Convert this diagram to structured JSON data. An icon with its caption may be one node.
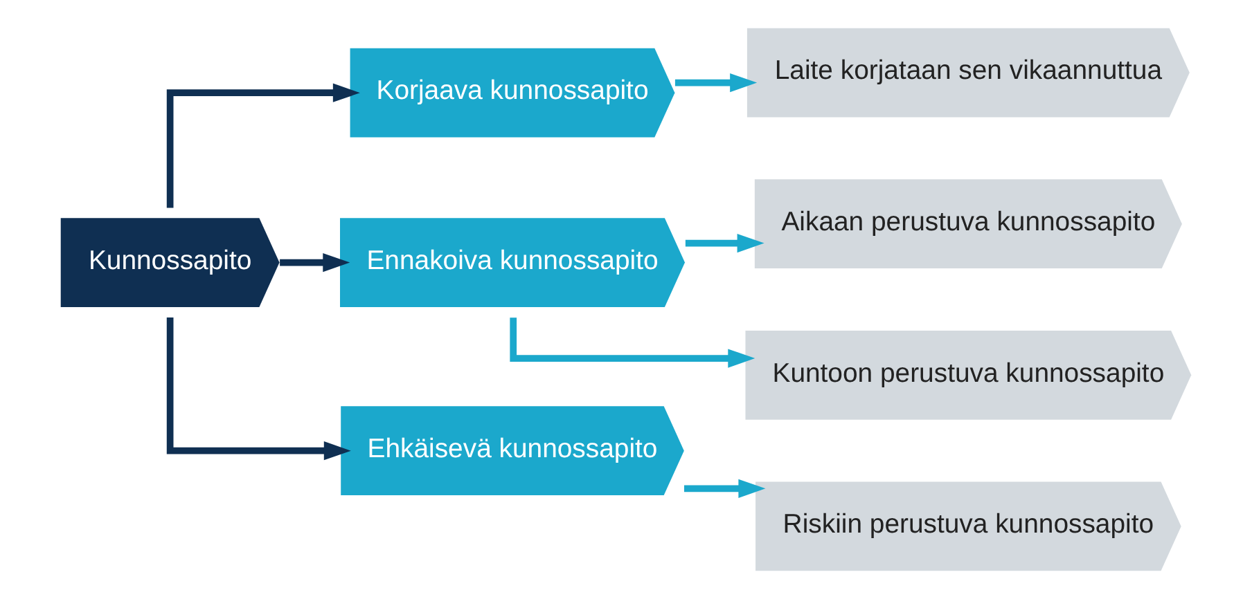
{
  "diagram": {
    "nodes": [
      {
        "text": [
          "Kunnossapito"
        ]
      },
      {
        "text": [
          "Korjaava kunnossapito"
        ]
      },
      {
        "text": [
          "Ennakoiva kunnossapito"
        ]
      },
      {
        "text": [
          "Ehkäisevä kunnossapito"
        ]
      },
      {
        "text": [
          "Laite korjataan sen vikaannuttua"
        ]
      },
      {
        "text": [
          "Aikaan perustuva kunnossapito"
        ]
      },
      {
        "text": [
          "Kuntoon perustuva kunnossapito"
        ]
      },
      {
        "text": [
          "Riskiin perustuva kunnossapito"
        ]
      }
    ],
    "edges": [
      {
        "from": 0,
        "to": 1,
        "arrow": "to",
        "color": "#0f2f52"
      },
      {
        "from": 0,
        "to": 2,
        "arrow": "to",
        "color": "#0f2f52"
      },
      {
        "from": 0,
        "to": 3,
        "arrow": "to",
        "color": "#0f2f52"
      },
      {
        "from": 1,
        "to": 4,
        "arrow": "to"
      },
      {
        "from": 2,
        "to": 5,
        "arrow": "to"
      },
      {
        "from": 2,
        "to": 6,
        "arrow": "to"
      },
      {
        "from": 3,
        "to": 7,
        "arrow": "to"
      }
    ]
  }
}
